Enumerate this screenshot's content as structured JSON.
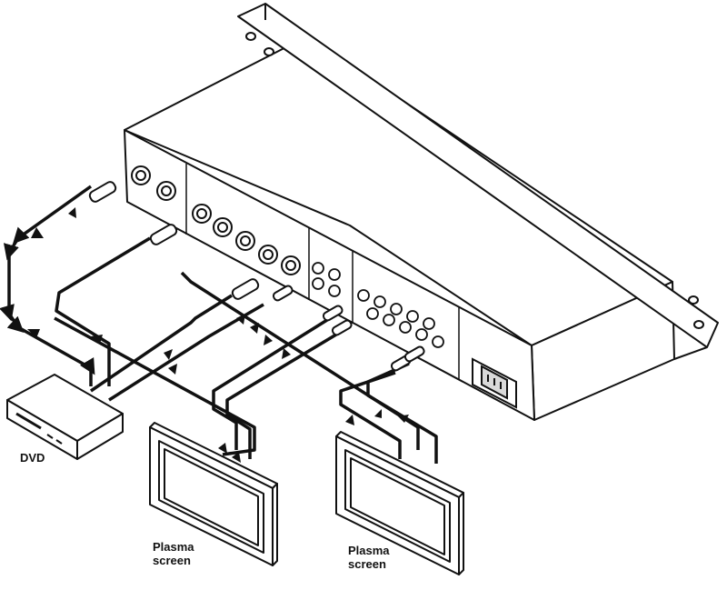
{
  "labels": {
    "dvd": "DVD",
    "plasma_screen_1": [
      "Plasma",
      "screen"
    ],
    "plasma_screen_2": [
      "Plasma",
      "screen"
    ]
  },
  "colors": {
    "line": "#111111",
    "fill": "#ffffff",
    "shade": "#d9d9d9"
  },
  "icons": [
    "dvd-player-icon",
    "plasma-screen-icon",
    "bnc-connector-icon",
    "rca-connector-icon",
    "power-socket-icon"
  ]
}
